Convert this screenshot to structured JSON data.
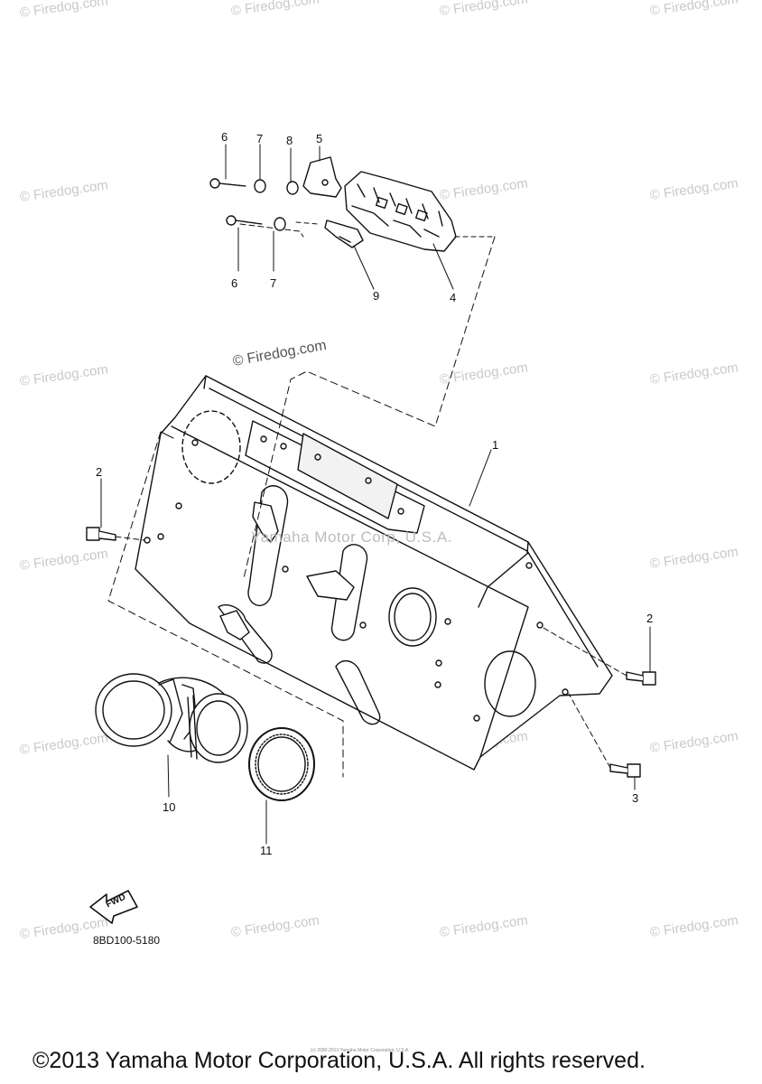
{
  "watermark_text": "© Firedog.com",
  "center_watermark": "© Firedog.com",
  "yamaha_watermark": "Yamaha Motor Corp, U.S.A.",
  "callouts": {
    "c1": "1",
    "c2a": "2",
    "c2b": "2",
    "c3": "3",
    "c4": "4",
    "c5": "5",
    "c6a": "6",
    "c6b": "6",
    "c7a": "7",
    "c7b": "7",
    "c8": "8",
    "c9": "9",
    "c10": "10",
    "c11": "11"
  },
  "fwd_label": "FWD",
  "part_code": "8BD100-5180",
  "copyright": "©2013 Yamaha Motor Corporation, U.S.A. All rights reserved.",
  "tiny_copyright": "(c) 2000-2013 Yamaha Motor Corporation, U.S.A."
}
